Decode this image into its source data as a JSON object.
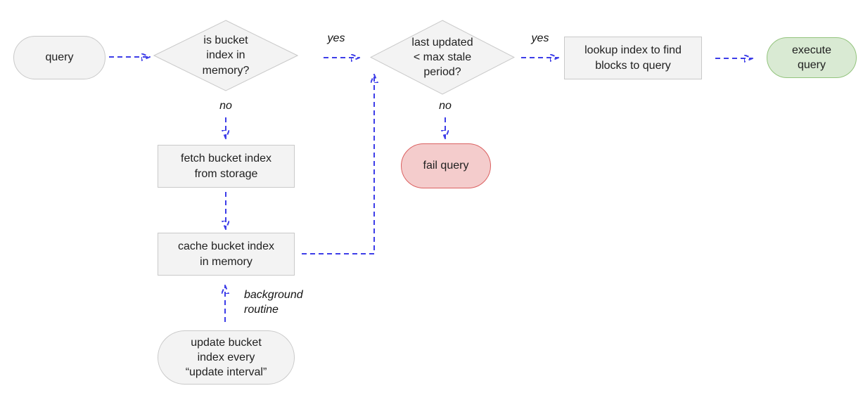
{
  "colors": {
    "connector_blue": "#3d3de8",
    "node_fill_gray": "#f3f3f3",
    "node_border_gray": "#c9c9c9",
    "node_fill_green": "#d9ead3",
    "node_border_green": "#93c47d",
    "node_fill_red": "#f4cccc",
    "node_border_red": "#db6060",
    "text": "#1f1f1f"
  },
  "nodes": {
    "query": {
      "label": "query"
    },
    "index_in_memory": {
      "label": "is bucket\nindex in\nmemory?"
    },
    "last_updated": {
      "label": "last updated\n< max stale\nperiod?"
    },
    "lookup_index": {
      "label": "lookup index to find\nblocks to query"
    },
    "execute_query": {
      "label": "execute\nquery"
    },
    "fetch_index": {
      "label": "fetch bucket index\nfrom storage"
    },
    "cache_index": {
      "label": "cache bucket index\nin memory"
    },
    "fail_query": {
      "label": "fail query"
    },
    "update_index": {
      "label": "update bucket\nindex every\n“update interval”"
    }
  },
  "edge_labels": {
    "yes_memory": "yes",
    "no_memory": "no",
    "yes_stale": "yes",
    "no_stale": "no",
    "background_routine": "background\nroutine"
  }
}
